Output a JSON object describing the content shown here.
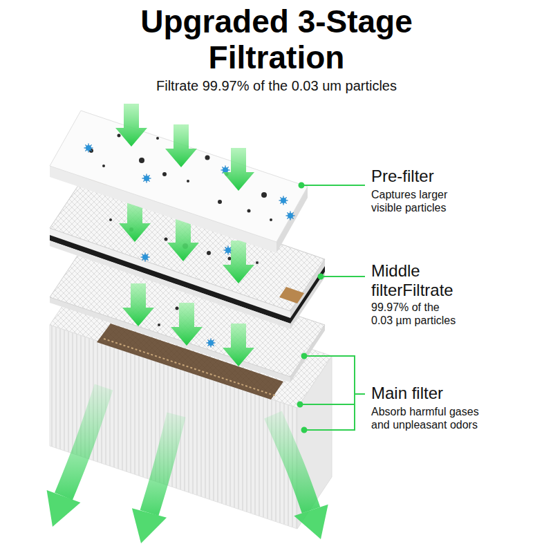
{
  "diagram": {
    "title": "Upgraded 3-Stage Filtration",
    "labels": [
      "Filtrate 99.97% of the 0.03 um particles",
      "Pre-filter",
      "Captures larger visible particles",
      "Middle filterFiltrate",
      "99.97% of the 0.03 µm particles",
      "Main filter",
      "Absorb harmful gases and unpleasant odors"
    ]
  }
}
